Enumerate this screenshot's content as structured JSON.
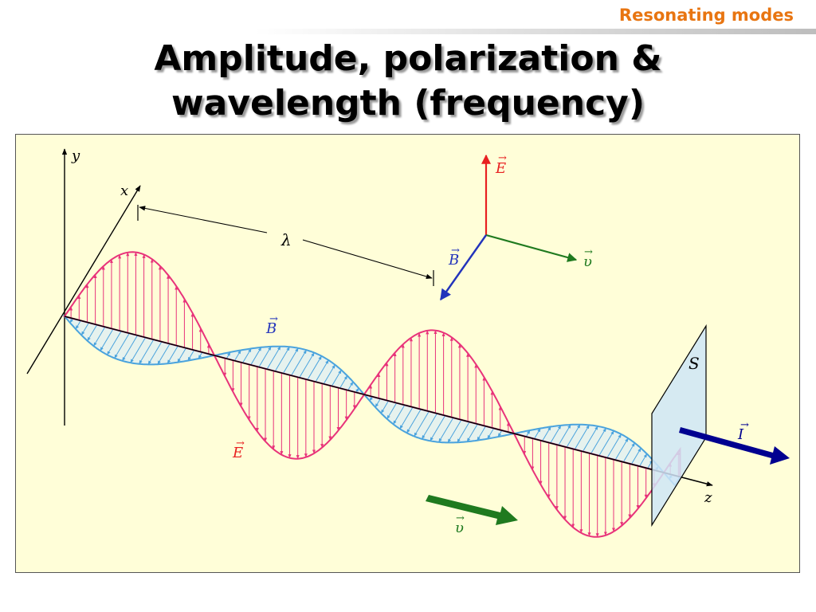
{
  "header": {
    "topic": "Resonating modes",
    "title_line1": "Amplitude, polarization &",
    "title_line2": "wavelength (frequency)"
  },
  "figure": {
    "labels": {
      "axis_y": "y",
      "axis_x": "x",
      "axis_z": "z",
      "lambda": "λ",
      "electric_field": "E",
      "magnetic_field": "B",
      "velocity": "υ",
      "intensity": "I",
      "surface": "S"
    },
    "colors": {
      "background": "#fffed8",
      "electric": "#e8337a",
      "electric_axis": "#e82020",
      "magnetic": "#4aa3dd",
      "magnetic_axis": "#2233bb",
      "velocity": "#1f7a1f",
      "intensity": "#000090",
      "surface_fill": "#cfe6f7"
    }
  }
}
